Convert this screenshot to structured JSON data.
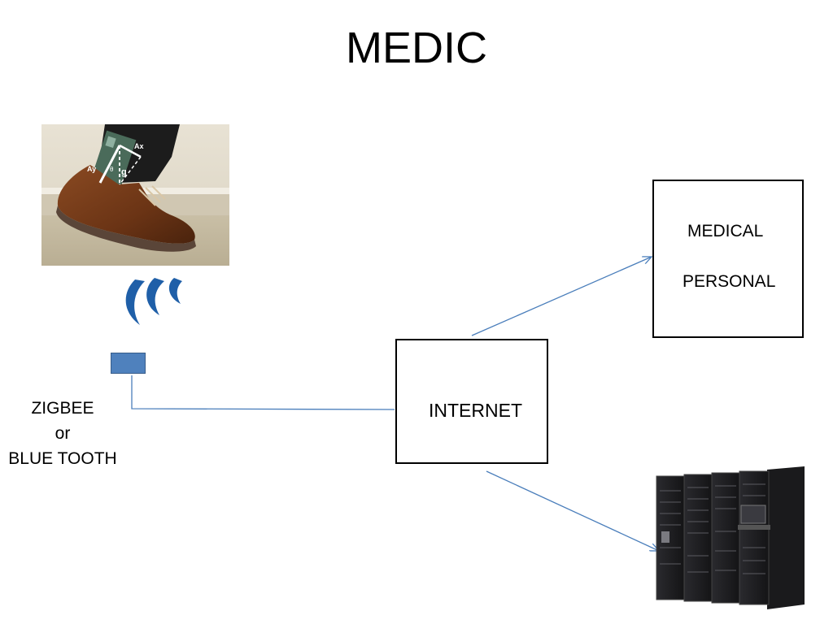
{
  "slide": {
    "title": "MEDIC"
  },
  "nodes": {
    "internet_label": "INTERNET",
    "medical_line1": "MEDICAL",
    "medical_line2": "PERSONAL",
    "radio_line1": "ZIGBEE",
    "radio_line2": "or",
    "radio_line3": "BLUE TOOTH"
  },
  "photo": {
    "axis_labels": [
      "Ax",
      "Ay",
      "g",
      "θ"
    ]
  },
  "colors": {
    "connector": "#4a7ebb",
    "device_fill": "#4f81bd",
    "wave": "#1f5fa8"
  },
  "icons": [
    "wireless-waves-icon",
    "sensor-device-icon",
    "server-rack-icon",
    "arrow-icon"
  ]
}
